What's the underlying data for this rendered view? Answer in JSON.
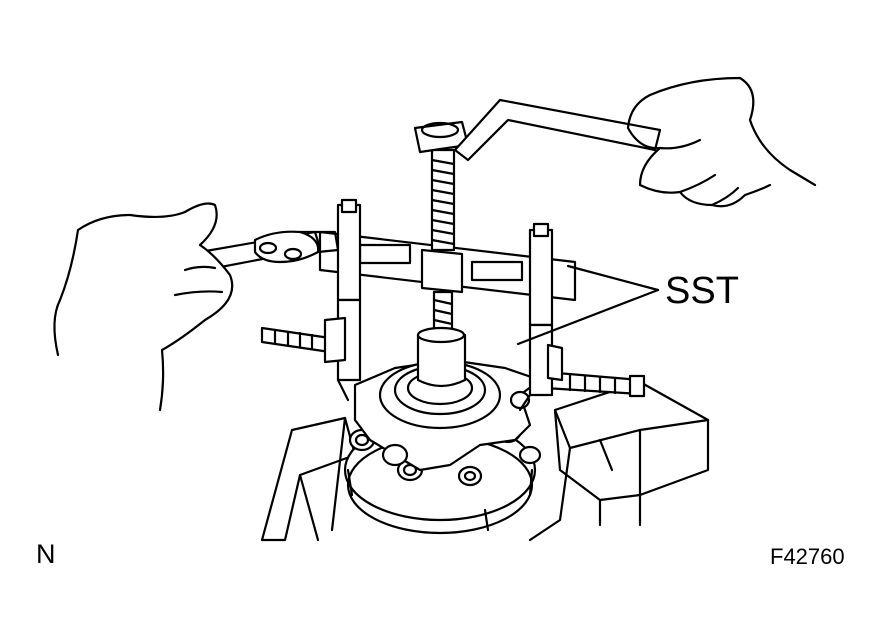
{
  "labels": {
    "callout": "SST",
    "view_letter": "N",
    "figure_code": "F42760"
  },
  "colors": {
    "line": "#000000",
    "background": "#ffffff"
  },
  "icons": [
    "left-hand-icon",
    "right-hand-icon",
    "wrench-icon",
    "puller-tool-icon",
    "hub-bearing-icon",
    "vise-icon"
  ]
}
